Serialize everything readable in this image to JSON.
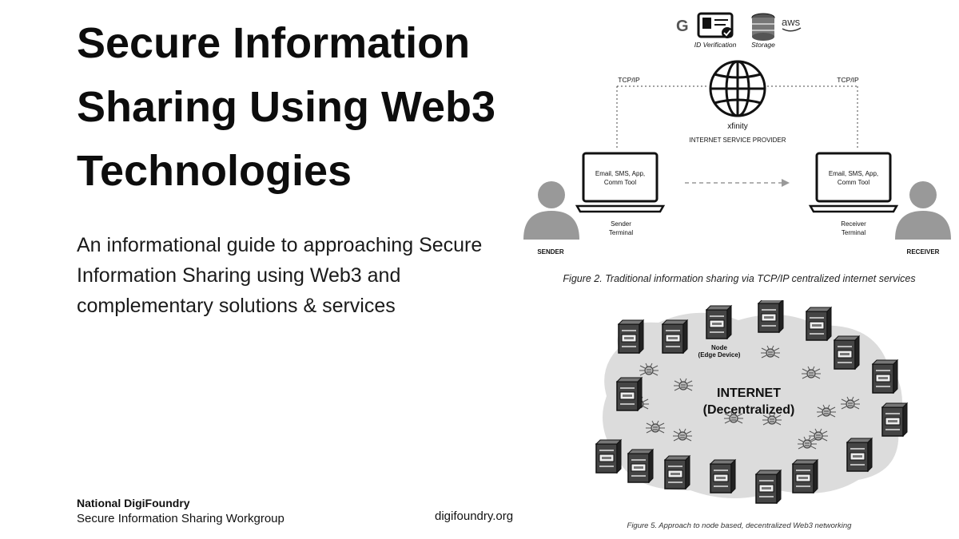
{
  "slide": {
    "title": "Secure Information Sharing Using Web3 Technologies",
    "subtitle": "An informational guide to approaching Secure Information Sharing using Web3 and complementary solutions & services",
    "org": "National DigiFoundry",
    "workgroup": "Secure Information Sharing Workgroup",
    "website": "digifoundry.org"
  },
  "figure2": {
    "caption": "Figure 2. Traditional information sharing via TCP/IP centralized internet services",
    "labels": {
      "google": "G",
      "id_verification": "ID Verification",
      "storage": "Storage",
      "aws": "aws",
      "tcpip": "TCP/IP",
      "xfinity": "xfinity",
      "isp": "INTERNET SERVICE PROVIDER",
      "terminal_text_1": "Email, SMS, App,",
      "terminal_text_2": "Comm Tool",
      "sender_terminal_1": "Sender",
      "receiver_terminal_1": "Receiver",
      "terminal_2": "Terminal",
      "sender": "SENDER",
      "receiver": "RECEIVER"
    }
  },
  "figure5": {
    "caption": "Figure 5. Approach to node based, decentralized Web3 networking",
    "labels": {
      "node_1": "Node",
      "node_2": "(Edge Device)",
      "internet_1": "INTERNET",
      "internet_2": "(Decentralized)"
    }
  }
}
